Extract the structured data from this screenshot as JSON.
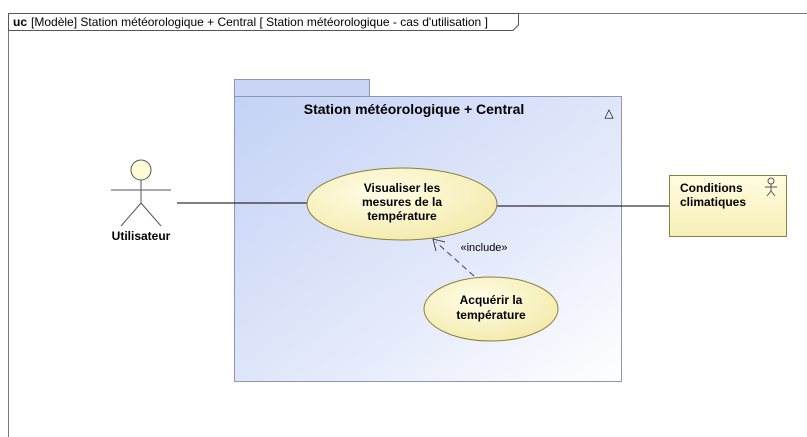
{
  "frame": {
    "kind": "uc",
    "title": "[Modèle] Station météorologique + Central [ Station météorologique - cas d'utilisation ]"
  },
  "package": {
    "name": "Station météorologique + Central",
    "marker": "△"
  },
  "actors": {
    "user": {
      "name": "Utilisateur"
    },
    "climate": {
      "name_line1": "Conditions",
      "name_line2": "climatiques"
    }
  },
  "use_cases": {
    "visualize": {
      "line1": "Visualiser les",
      "line2": "mesures de la",
      "line3": "température"
    },
    "acquire": {
      "line1": "Acquérir la",
      "line2": "température"
    }
  },
  "relations": {
    "include_label": "«include»"
  },
  "colors": {
    "frame_border": "#777777",
    "package_fill_start": "#c9d6f6",
    "package_fill_end": "#ffffff",
    "package_border": "#8090b8",
    "usecase_fill": "#fbf5c4",
    "usecase_border": "#8a8040",
    "actor_fill": "#fffbd6",
    "actor_border": "#555555"
  }
}
